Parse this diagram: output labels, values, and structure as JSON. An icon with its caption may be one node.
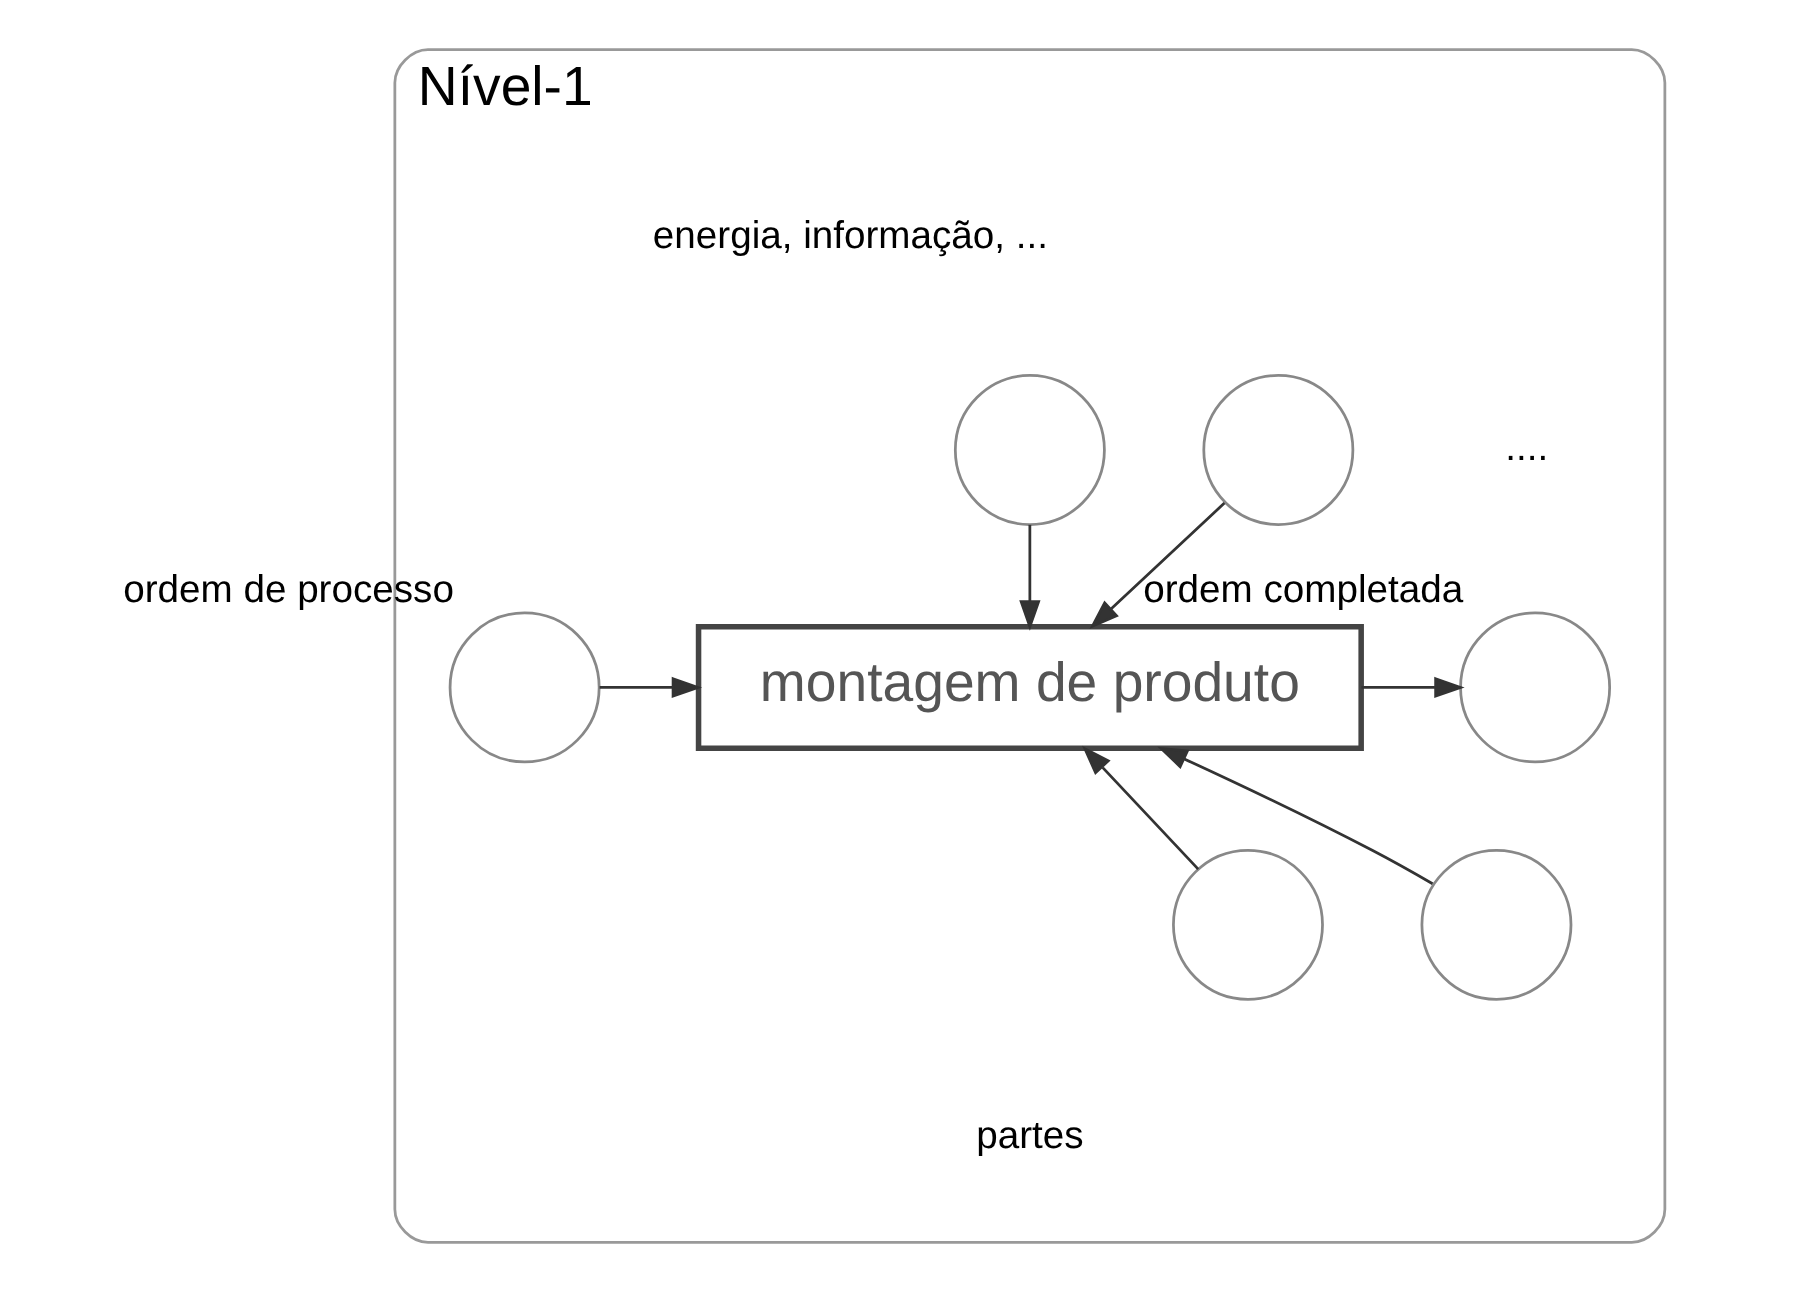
{
  "diagram": {
    "nodes": [
      {
        "text": [
          "Nível-1"
        ]
      },
      {
        "text": [],
        "shape": "circle",
        "in": 0,
        "beside": [
          "ordem de processo"
        ]
      },
      {
        "text": [
          "montagem de produto"
        ],
        "in": 0
      },
      {
        "text": [],
        "shape": "circle",
        "in": 0,
        "beside": [
          "ordem completada"
        ]
      },
      {
        "text": [],
        "shape": "circle",
        "in": 0
      },
      {
        "text": [],
        "shape": "circle",
        "in": 0
      },
      {
        "text": [],
        "shape": "circle",
        "in": 0
      },
      {
        "text": [],
        "shape": "circle",
        "in": 0
      }
    ],
    "edges": [
      {
        "from": 1,
        "to": 2,
        "arrow": "to"
      },
      {
        "from": 2,
        "to": 3,
        "arrow": "to"
      },
      {
        "from": 4,
        "to": 2,
        "arrow": "to"
      },
      {
        "from": 5,
        "to": 2,
        "arrow": "to"
      },
      {
        "from": 6,
        "to": 2,
        "arrow": "to"
      },
      {
        "from": 7,
        "to": 2,
        "arrow": "to"
      }
    ],
    "labels": [
      "energia, informação, ...",
      "....",
      "partes"
    ]
  }
}
